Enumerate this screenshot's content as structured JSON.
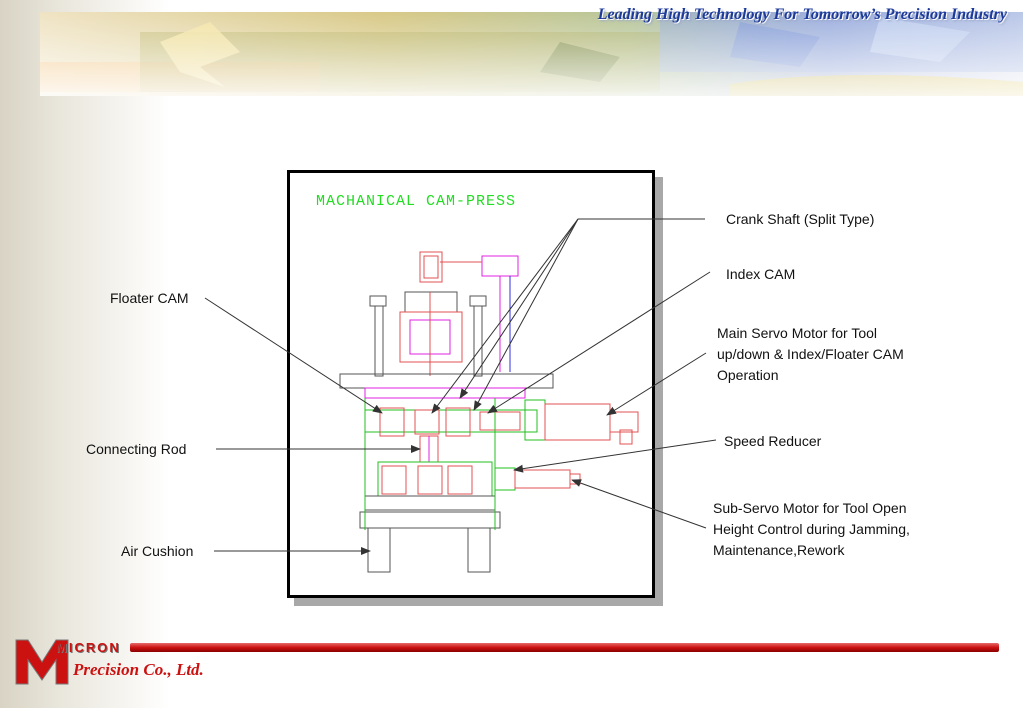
{
  "header": {
    "tagline": "Leading High Technology For Tomorrow’s Precision Industry"
  },
  "diagram": {
    "title": "MACHANICAL CAM-PRESS",
    "labels": {
      "crank_shaft": "Crank Shaft (Split Type)",
      "index_cam": "Index CAM",
      "main_servo_line1": "Main Servo Motor for Tool",
      "main_servo_line2": "up/down & Index/Floater CAM",
      "main_servo_line3": "Operation",
      "speed_reducer": "Speed Reducer",
      "sub_servo_line1": "Sub-Servo Motor for Tool Open",
      "sub_servo_line2": "Height Control during Jamming,",
      "sub_servo_line3": "Maintenance,Rework",
      "floater_cam": "Floater CAM",
      "connecting_rod": "Connecting Rod",
      "air_cushion": "Air Cushion"
    }
  },
  "footer": {
    "logo_text": "MICRON",
    "company": "Precision Co., Ltd."
  },
  "colors": {
    "tagline": "#1d3a9a",
    "title": "#22dd22",
    "accent_red": "#cc1111",
    "drawing_red": "#e05050",
    "drawing_magenta": "#e020e0",
    "drawing_green": "#20c020"
  }
}
